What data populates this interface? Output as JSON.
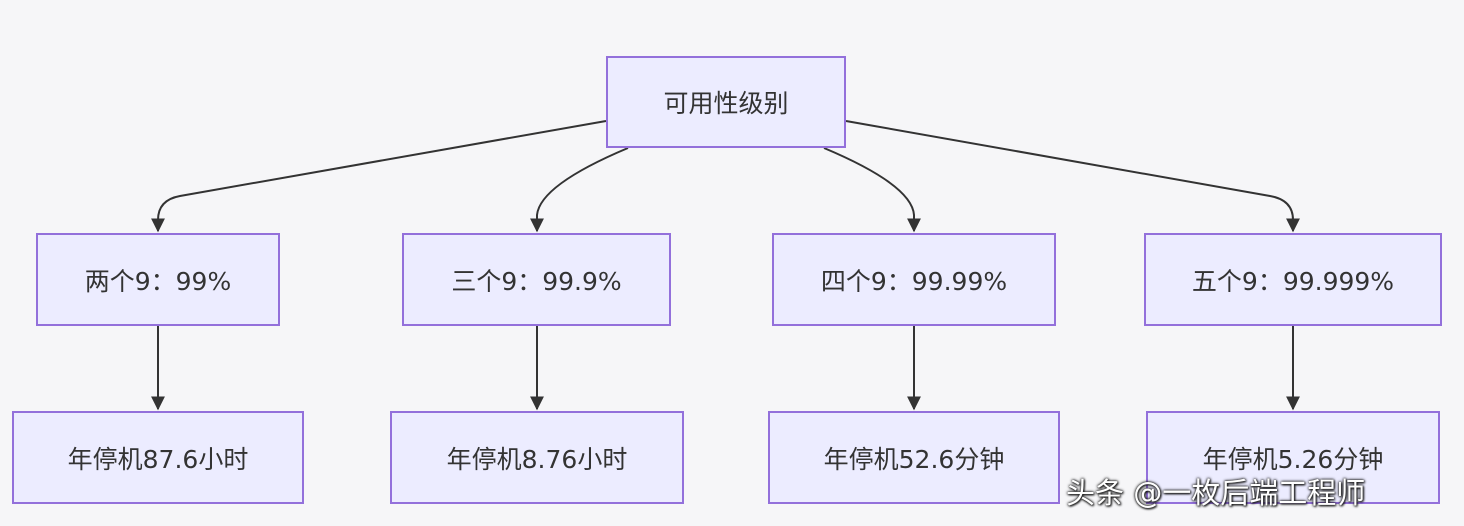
{
  "diagram": {
    "root": {
      "label": "可用性级别"
    },
    "levels": [
      {
        "label": "两个9：99%",
        "downtime": "年停机87.6小时"
      },
      {
        "label": "三个9：99.9%",
        "downtime": "年停机8.76小时"
      },
      {
        "label": "四个9：99.99%",
        "downtime": "年停机52.6分钟"
      },
      {
        "label": "五个9：99.999%",
        "downtime": "年停机5.26分钟"
      }
    ]
  },
  "watermark": "头条 @一枚后端工程师",
  "colors": {
    "node_fill": "#ececff",
    "node_border": "#9370db",
    "edge": "#333333",
    "background": "#f6f6f8"
  }
}
